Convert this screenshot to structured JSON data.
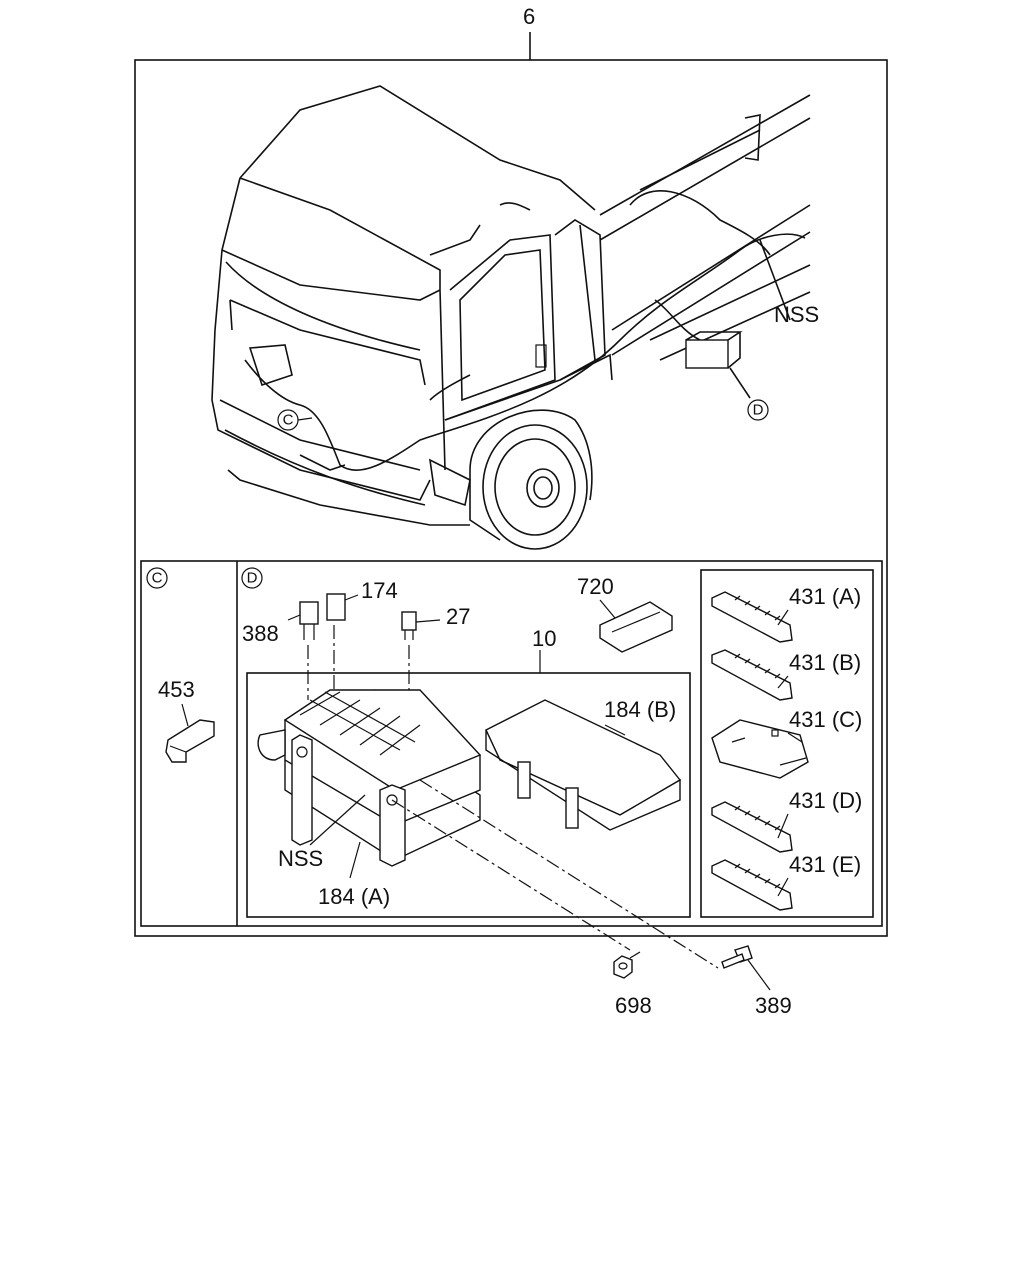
{
  "labels": {
    "top": "6",
    "nss_upper": "NSS",
    "nss_lower": "NSS",
    "p174": "174",
    "p388": "388",
    "p27": "27",
    "p720": "720",
    "p10": "10",
    "p453": "453",
    "p184a": "184 (A)",
    "p184b": "184 (B)",
    "p431a": "431 (A)",
    "p431b": "431 (B)",
    "p431c": "431 (C)",
    "p431d": "431 (D)",
    "p431e": "431 (E)",
    "p698": "698",
    "p389": "389"
  },
  "callouts": {
    "c_truck": "C",
    "d_truck": "D",
    "c_panel": "C",
    "d_panel": "D"
  }
}
